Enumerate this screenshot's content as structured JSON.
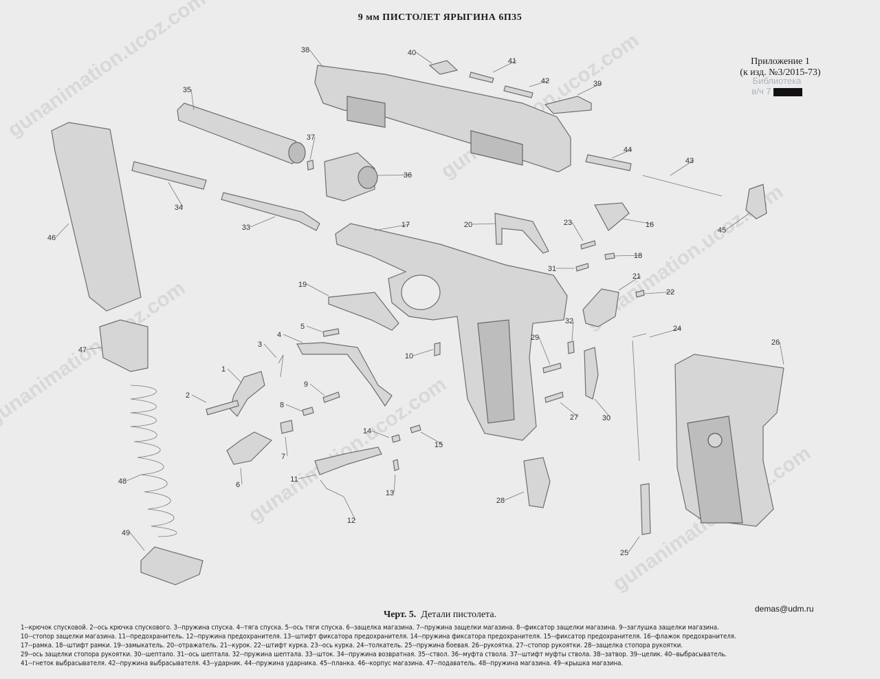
{
  "title": "9 мм ПИСТОЛЕТ ЯРЫГИНА 6П35",
  "appendix": [
    "Приложение 1",
    "(к изд. №3/2015-73)"
  ],
  "stamp": [
    "Библиотека",
    "в/ч 7"
  ],
  "caption": {
    "label": "Черт. 5.",
    "text": "Детали пистолета."
  },
  "credit": "demas@udm.ru",
  "watermark": "gunanimation.ucoz.com",
  "callouts": [
    "1",
    "2",
    "3",
    "4",
    "5",
    "6",
    "7",
    "8",
    "9",
    "10",
    "11",
    "12",
    "13",
    "14",
    "15",
    "16",
    "17",
    "18",
    "19",
    "20",
    "21",
    "22",
    "23",
    "24",
    "25",
    "26",
    "27",
    "28",
    "29",
    "30",
    "31",
    "32",
    "33",
    "34",
    "35",
    "36",
    "37",
    "38",
    "39",
    "40",
    "41",
    "42",
    "43",
    "44",
    "45",
    "46",
    "47",
    "48",
    "49"
  ],
  "legend_lines": [
    "1--крючок спусковой. 2--ось крючка спускового. 3--пружина спуска. 4--тяга спуска. 5--ось тяги спуска. 6--защелка магазина. 7--пружина защелки магазина. 8--фиксатор защелки магазина. 9--заглушка защелки магазина.",
    "10--стопор защелки магазина. 11--предохранитель. 12--пружина предохранителя. 13--штифт фиксатора предохранителя. 14--пружина фиксатора предохранителя. 15--фиксатор предохранителя. 16--флажок предохранителя.",
    "17--рамка. 18--штифт рамки. 19--замыкатель. 20--отражатель. 21--курок. 22--штифт курка. 23--ось курка. 24--толкатель. 25--пружина боевая. 26--рукоятка. 27--стопор рукоятки. 28--защелка стопора рукоятки.",
    "29--ось защелки стопора рукоятки. 30--шептало. 31--ось шептала. 32--пружина шептала. 33--шток. 34--пружина возвратная. 35--ствол. 36--муфта ствола. 37--штифт муфты ствола. 38--затвор. 39--целик. 40--выбрасыватель.",
    "41--гнеток выбрасывателя. 42--пружина выбрасывателя. 43--ударник. 44--пружина ударника. 45--планка. 46--корпус магазина. 47--подаватель. 48--пружина магазина. 49--крышка магазина."
  ]
}
